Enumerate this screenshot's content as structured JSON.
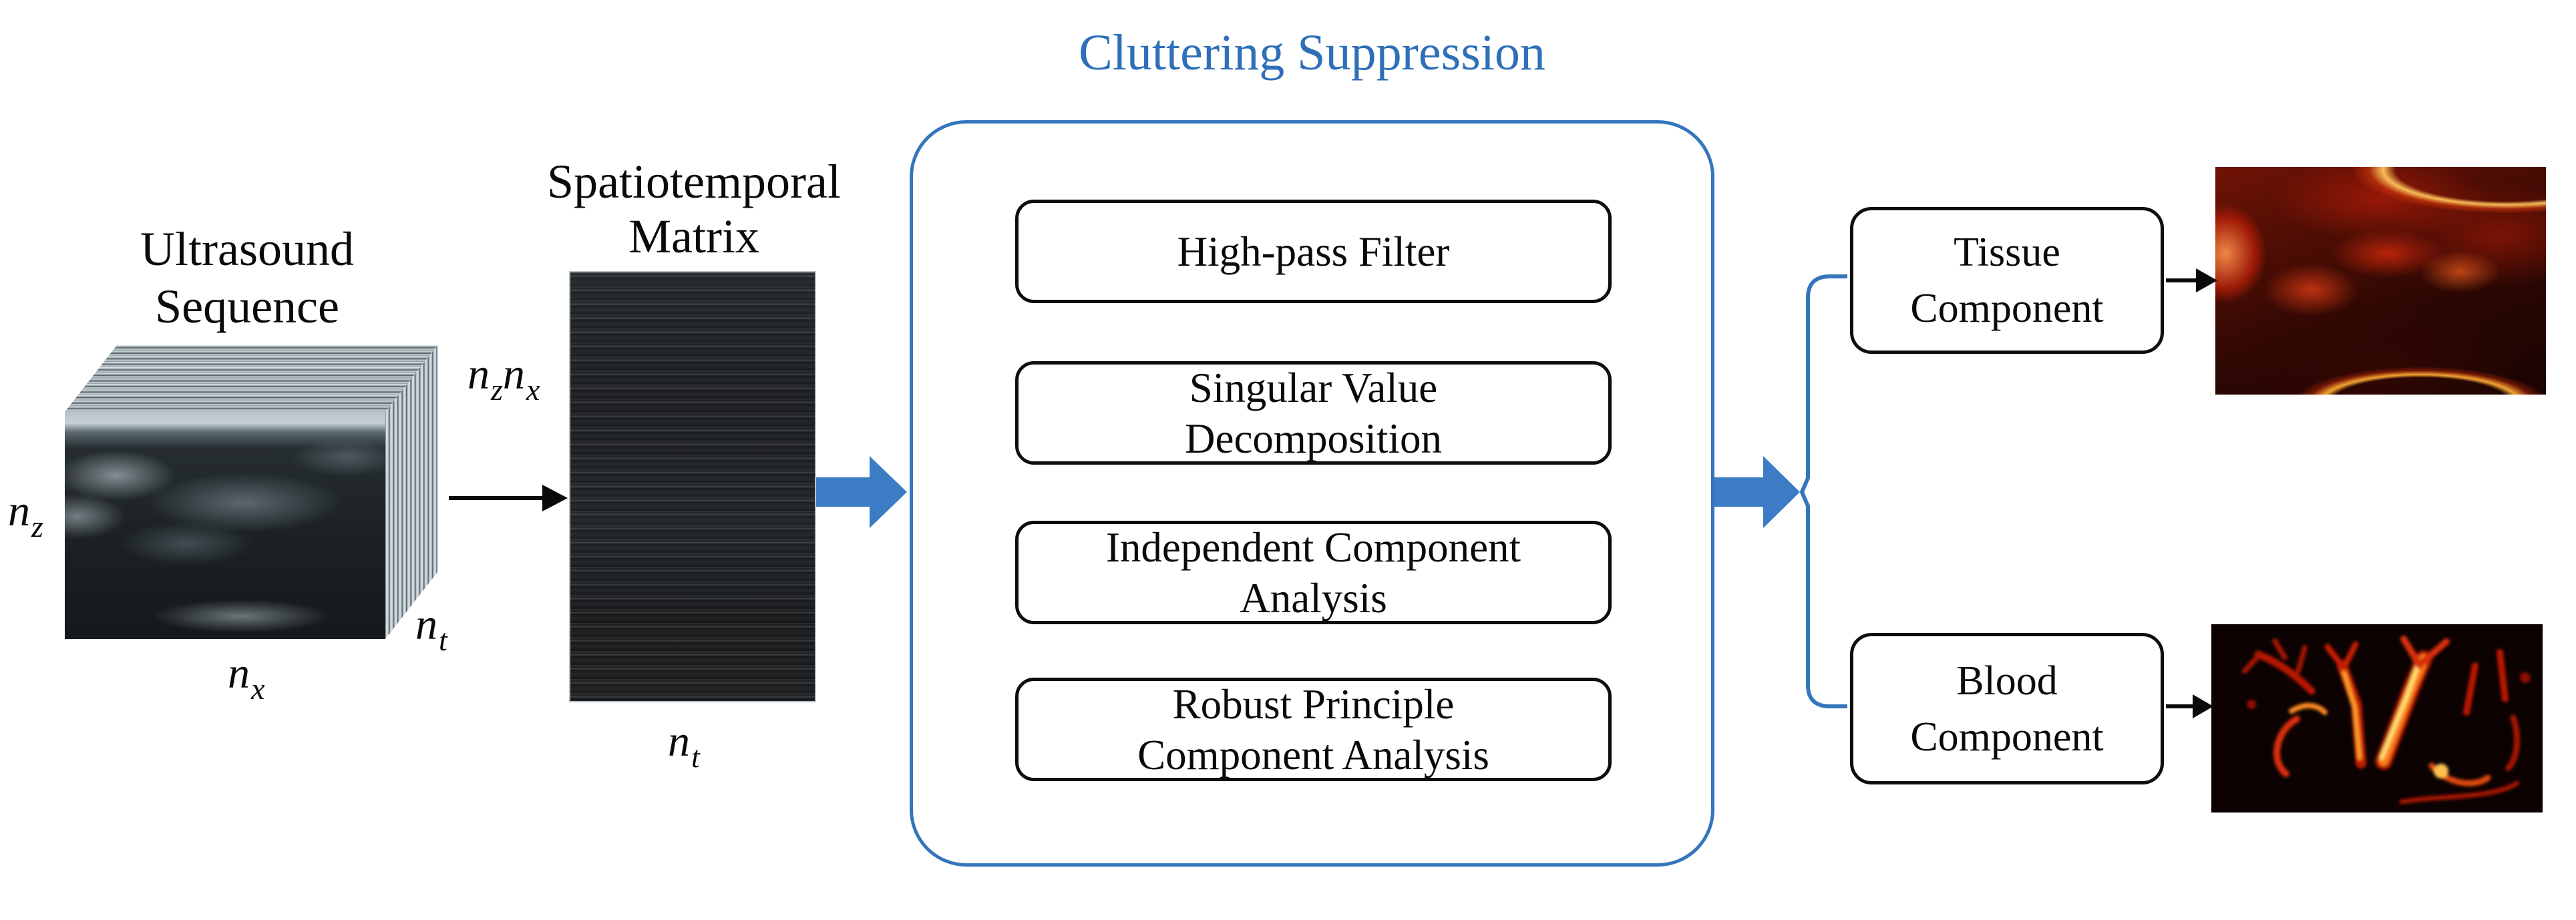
{
  "palette": {
    "accent_blue": "#3575BE",
    "arrow_blue": "#3C7CC5",
    "title_blue": "#2E6FB8",
    "ink": "#0a0a0a"
  },
  "input": {
    "title_line1": "Ultrasound",
    "title_line2": "Sequence",
    "dim_side": {
      "base": "n",
      "sub": "z"
    },
    "dim_bottom": {
      "base": "n",
      "sub": "x"
    },
    "dim_depth": {
      "base": "n",
      "sub": "t"
    }
  },
  "matrix": {
    "label_line1": "Spatiotemporal",
    "label_line2": "Matrix",
    "rows_dim": {
      "base1": "n",
      "sub1": "z",
      "base2": "n",
      "sub2": "x"
    },
    "cols_dim": {
      "base": "n",
      "sub": "t"
    }
  },
  "suppression": {
    "title": "Cluttering Suppression",
    "methods": [
      {
        "line1": "High-pass Filter",
        "line2": ""
      },
      {
        "line1": "Singular Value",
        "line2": "Decomposition"
      },
      {
        "line1": "Independent Component",
        "line2": "Analysis"
      },
      {
        "line1": "Robust Principle",
        "line2": "Component Analysis"
      }
    ]
  },
  "outputs": [
    {
      "line1": "Tissue",
      "line2": "Component"
    },
    {
      "line1": "Blood",
      "line2": "Component"
    }
  ]
}
